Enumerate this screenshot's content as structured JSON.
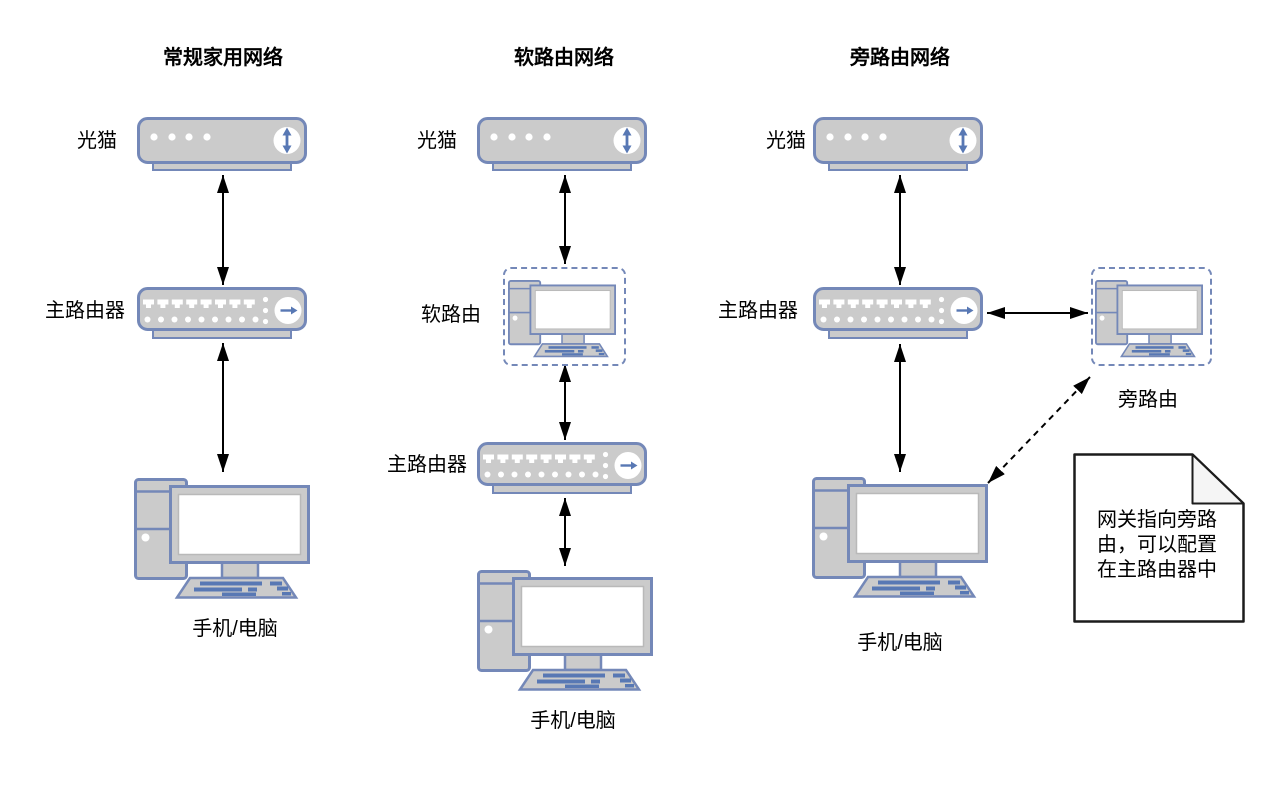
{
  "colors": {
    "background": "#ffffff",
    "device_fill": "#cbcbcb",
    "device_stroke": "#7488b8",
    "accent_blue": "#5878b4",
    "screen_fill": "#ffffff",
    "arrow_color": "#000000",
    "note_border": "#1c1c1c",
    "note_fold_fill": "#f5f5f5",
    "text_color": "#000000"
  },
  "icons": {
    "modem_indicator": "up-down-arrow",
    "router_indicator": "right-arrow"
  },
  "columns": [
    {
      "id": "regular",
      "title": "常规家用网络",
      "modem": "光猫",
      "router": "主路由器",
      "client": "手机/电脑"
    },
    {
      "id": "soft",
      "title": "软路由网络",
      "modem": "光猫",
      "soft_router": "软路由",
      "router": "主路由器",
      "client": "手机/电脑"
    },
    {
      "id": "side",
      "title": "旁路由网络",
      "modem": "光猫",
      "router": "主路由器",
      "side_router": "旁路由",
      "client": "手机/电脑"
    }
  ],
  "note": {
    "lines": [
      "网关指向旁路",
      "由，可以配置",
      "在主路由器中"
    ]
  }
}
